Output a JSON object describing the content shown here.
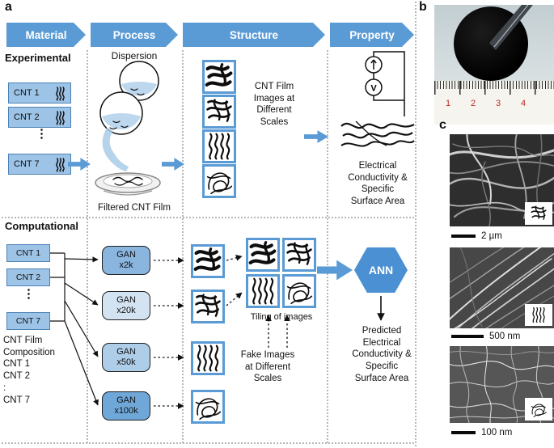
{
  "figure": {
    "panel_labels": {
      "a": "a",
      "b": "b",
      "c": "c"
    }
  },
  "workflow_header": {
    "steps": [
      "Material",
      "Process",
      "Structure",
      "Property"
    ]
  },
  "experimental": {
    "section_label": "Experimental",
    "cnt_boxes": [
      "CNT 1",
      "CNT 2",
      "CNT 7"
    ],
    "ellipsis": "⋮",
    "dispersion_label": "Dispersion",
    "filtered_film_label": "Filtered CNT Film",
    "structure_caption": "CNT Film\nImages at\nDifferent\nScales",
    "voltmeter_label": "V",
    "property_caption": "Electrical\nConductivity &\nSpecific\nSurface Area"
  },
  "computational": {
    "section_label": "Computational",
    "cnt_boxes": [
      "CNT 1",
      "CNT 2",
      "CNT 7"
    ],
    "ellipsis": "⋮",
    "composition_caption": "CNT Film\nComposition\nCNT 1\nCNT 2\n:\nCNT 7",
    "gan_boxes": [
      {
        "line1": "GAN",
        "line2": "x2k",
        "fill": "#8ab5de"
      },
      {
        "line1": "GAN",
        "line2": "x20k",
        "fill": "#d3e3f2"
      },
      {
        "line1": "GAN",
        "line2": "x50k",
        "fill": "#aecde9"
      },
      {
        "line1": "GAN",
        "line2": "x100k",
        "fill": "#6fa7d9"
      }
    ],
    "tiling_label": "Tiling of images",
    "fake_images_caption": "Fake Images\nat Different\nScales",
    "ann_label": "ANN",
    "predicted_caption": "Predicted\nElectrical\nConductivity &\nSpecific\nSurface Area"
  },
  "photo_panel": {
    "ruler_numbers": [
      "1",
      "2",
      "3",
      "4"
    ]
  },
  "sem_panel": {
    "scale_bars": [
      "2 µm",
      "500 nm",
      "100 nm"
    ]
  },
  "colors": {
    "accent": "#5b9bd5",
    "boxfill": "#9dc3e6",
    "annfill": "#4a90d2",
    "frame": "#5b9bd5"
  }
}
